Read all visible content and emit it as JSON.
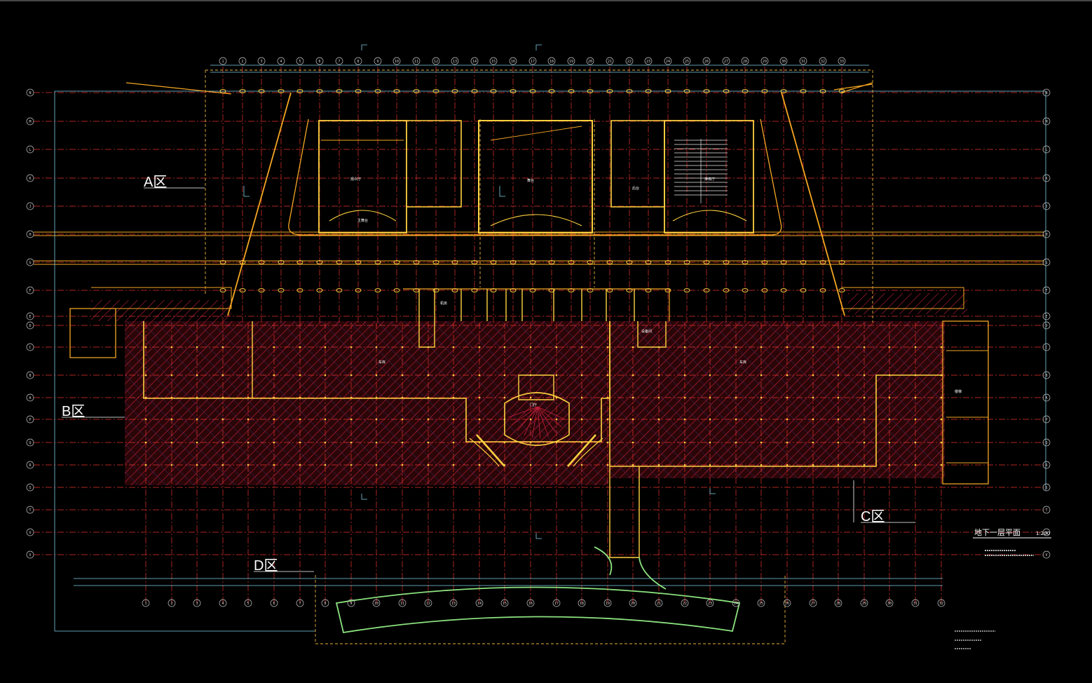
{
  "drawing": {
    "title": "地下一层平面",
    "scale": "1:200",
    "colors": {
      "background": "#000000",
      "grid": "#e8332d",
      "wall": "#f5a623",
      "wall_bright": "#ffd23f",
      "hatch": "#d0203a",
      "hatch_alt": "#3a4fc8",
      "dimension": "#7ecfe8",
      "bubble": "#c8c8c8",
      "green": "#7fe07a",
      "text": "#ffffff"
    }
  },
  "zones": [
    {
      "id": "A",
      "label": "A区"
    },
    {
      "id": "B",
      "label": "B区"
    },
    {
      "id": "C",
      "label": "C区"
    },
    {
      "id": "D",
      "label": "D区"
    }
  ],
  "rooms": [
    {
      "label": "舞台"
    },
    {
      "label": "观众厅"
    },
    {
      "label": "主舞台"
    },
    {
      "label": "排练厅"
    },
    {
      "label": "后台"
    },
    {
      "label": "车库"
    },
    {
      "label": "机房"
    },
    {
      "label": "门厅"
    },
    {
      "label": "楼梯"
    },
    {
      "label": "设备间"
    }
  ],
  "grid_axes": {
    "rows": [
      "N",
      "M",
      "L",
      "K",
      "J",
      "H",
      "G",
      "F",
      "E",
      "D",
      "C",
      "B",
      "A",
      "P",
      "Q",
      "R",
      "S",
      "T",
      "U",
      "V"
    ],
    "top_columns": [
      "1",
      "2",
      "3",
      "4",
      "5",
      "6",
      "7",
      "8",
      "9",
      "10",
      "11",
      "12",
      "13",
      "14",
      "15",
      "16",
      "17",
      "18",
      "19",
      "20",
      "21",
      "22",
      "23",
      "24",
      "25",
      "26",
      "27",
      "28",
      "29",
      "30",
      "31",
      "32",
      "33"
    ],
    "bottom_columns": [
      "1",
      "2",
      "3",
      "4",
      "5",
      "6",
      "7",
      "8",
      "9",
      "10",
      "11",
      "12",
      "13",
      "14",
      "15",
      "16",
      "17",
      "18",
      "19",
      "20",
      "21",
      "22",
      "23",
      "24",
      "25",
      "26",
      "27",
      "28",
      "29",
      "30",
      "31",
      "32"
    ]
  }
}
